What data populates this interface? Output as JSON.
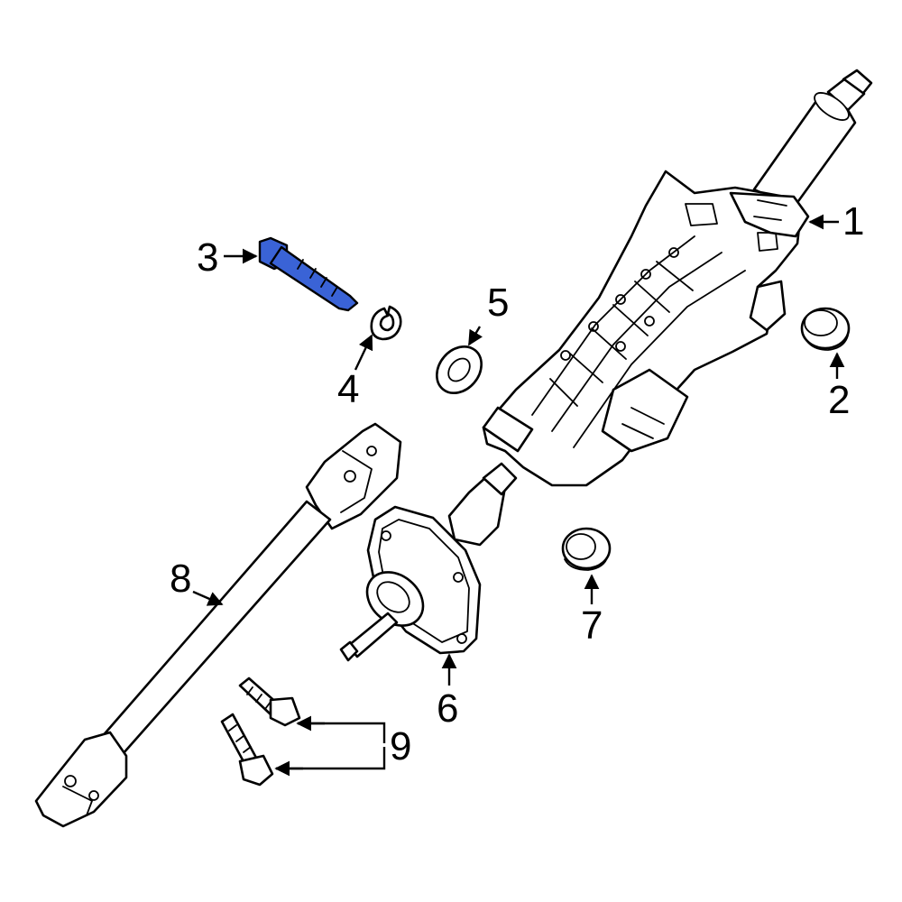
{
  "diagram": {
    "highlight_color": "#3a63d6",
    "callouts": [
      {
        "id": "1",
        "label": "1"
      },
      {
        "id": "2",
        "label": "2"
      },
      {
        "id": "3",
        "label": "3",
        "highlighted": true
      },
      {
        "id": "4",
        "label": "4"
      },
      {
        "id": "5",
        "label": "5"
      },
      {
        "id": "6",
        "label": "6"
      },
      {
        "id": "7",
        "label": "7"
      },
      {
        "id": "8",
        "label": "8"
      },
      {
        "id": "9",
        "label": "9"
      }
    ]
  }
}
